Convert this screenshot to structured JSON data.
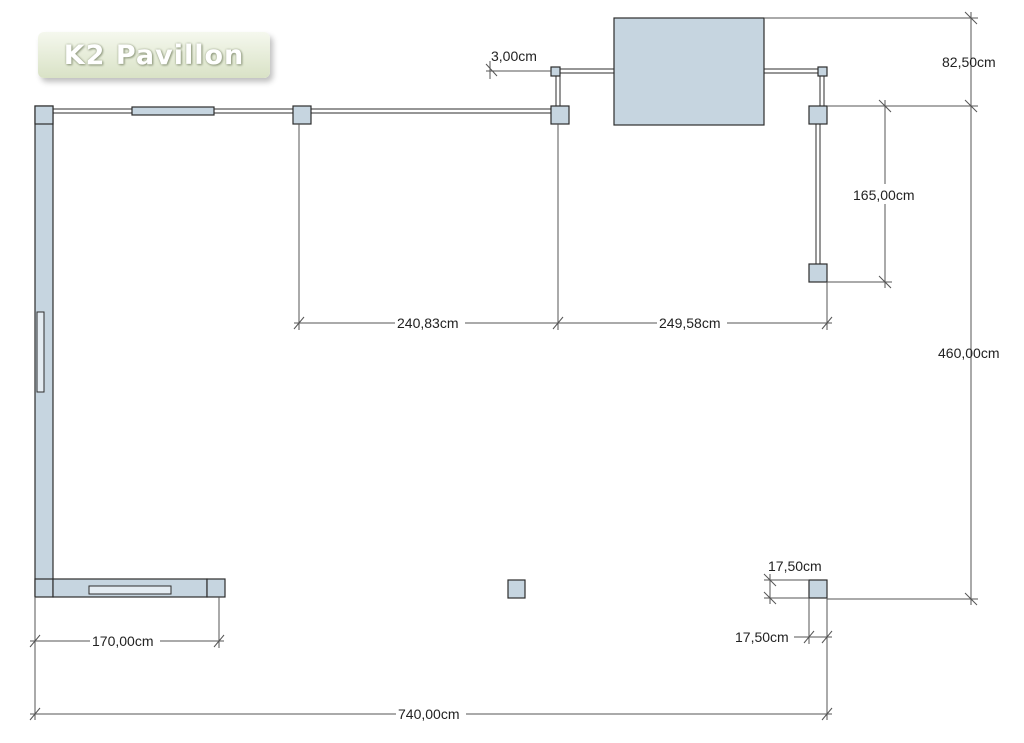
{
  "logo": {
    "text": "K2 Pavillon"
  },
  "dimensions": {
    "d_3": "3,00cm",
    "d_82_5": "82,50cm",
    "d_165": "165,00cm",
    "d_240_83": "240,83cm",
    "d_249_58": "249,58cm",
    "d_460": "460,00cm",
    "d_17_5_top": "17,50cm",
    "d_17_5_bottom": "17,50cm",
    "d_170": "170,00cm",
    "d_740": "740,00cm"
  },
  "colors": {
    "panel": "#c6d5e0",
    "outline": "#2d2d2d",
    "dimension_line": "#555555"
  }
}
